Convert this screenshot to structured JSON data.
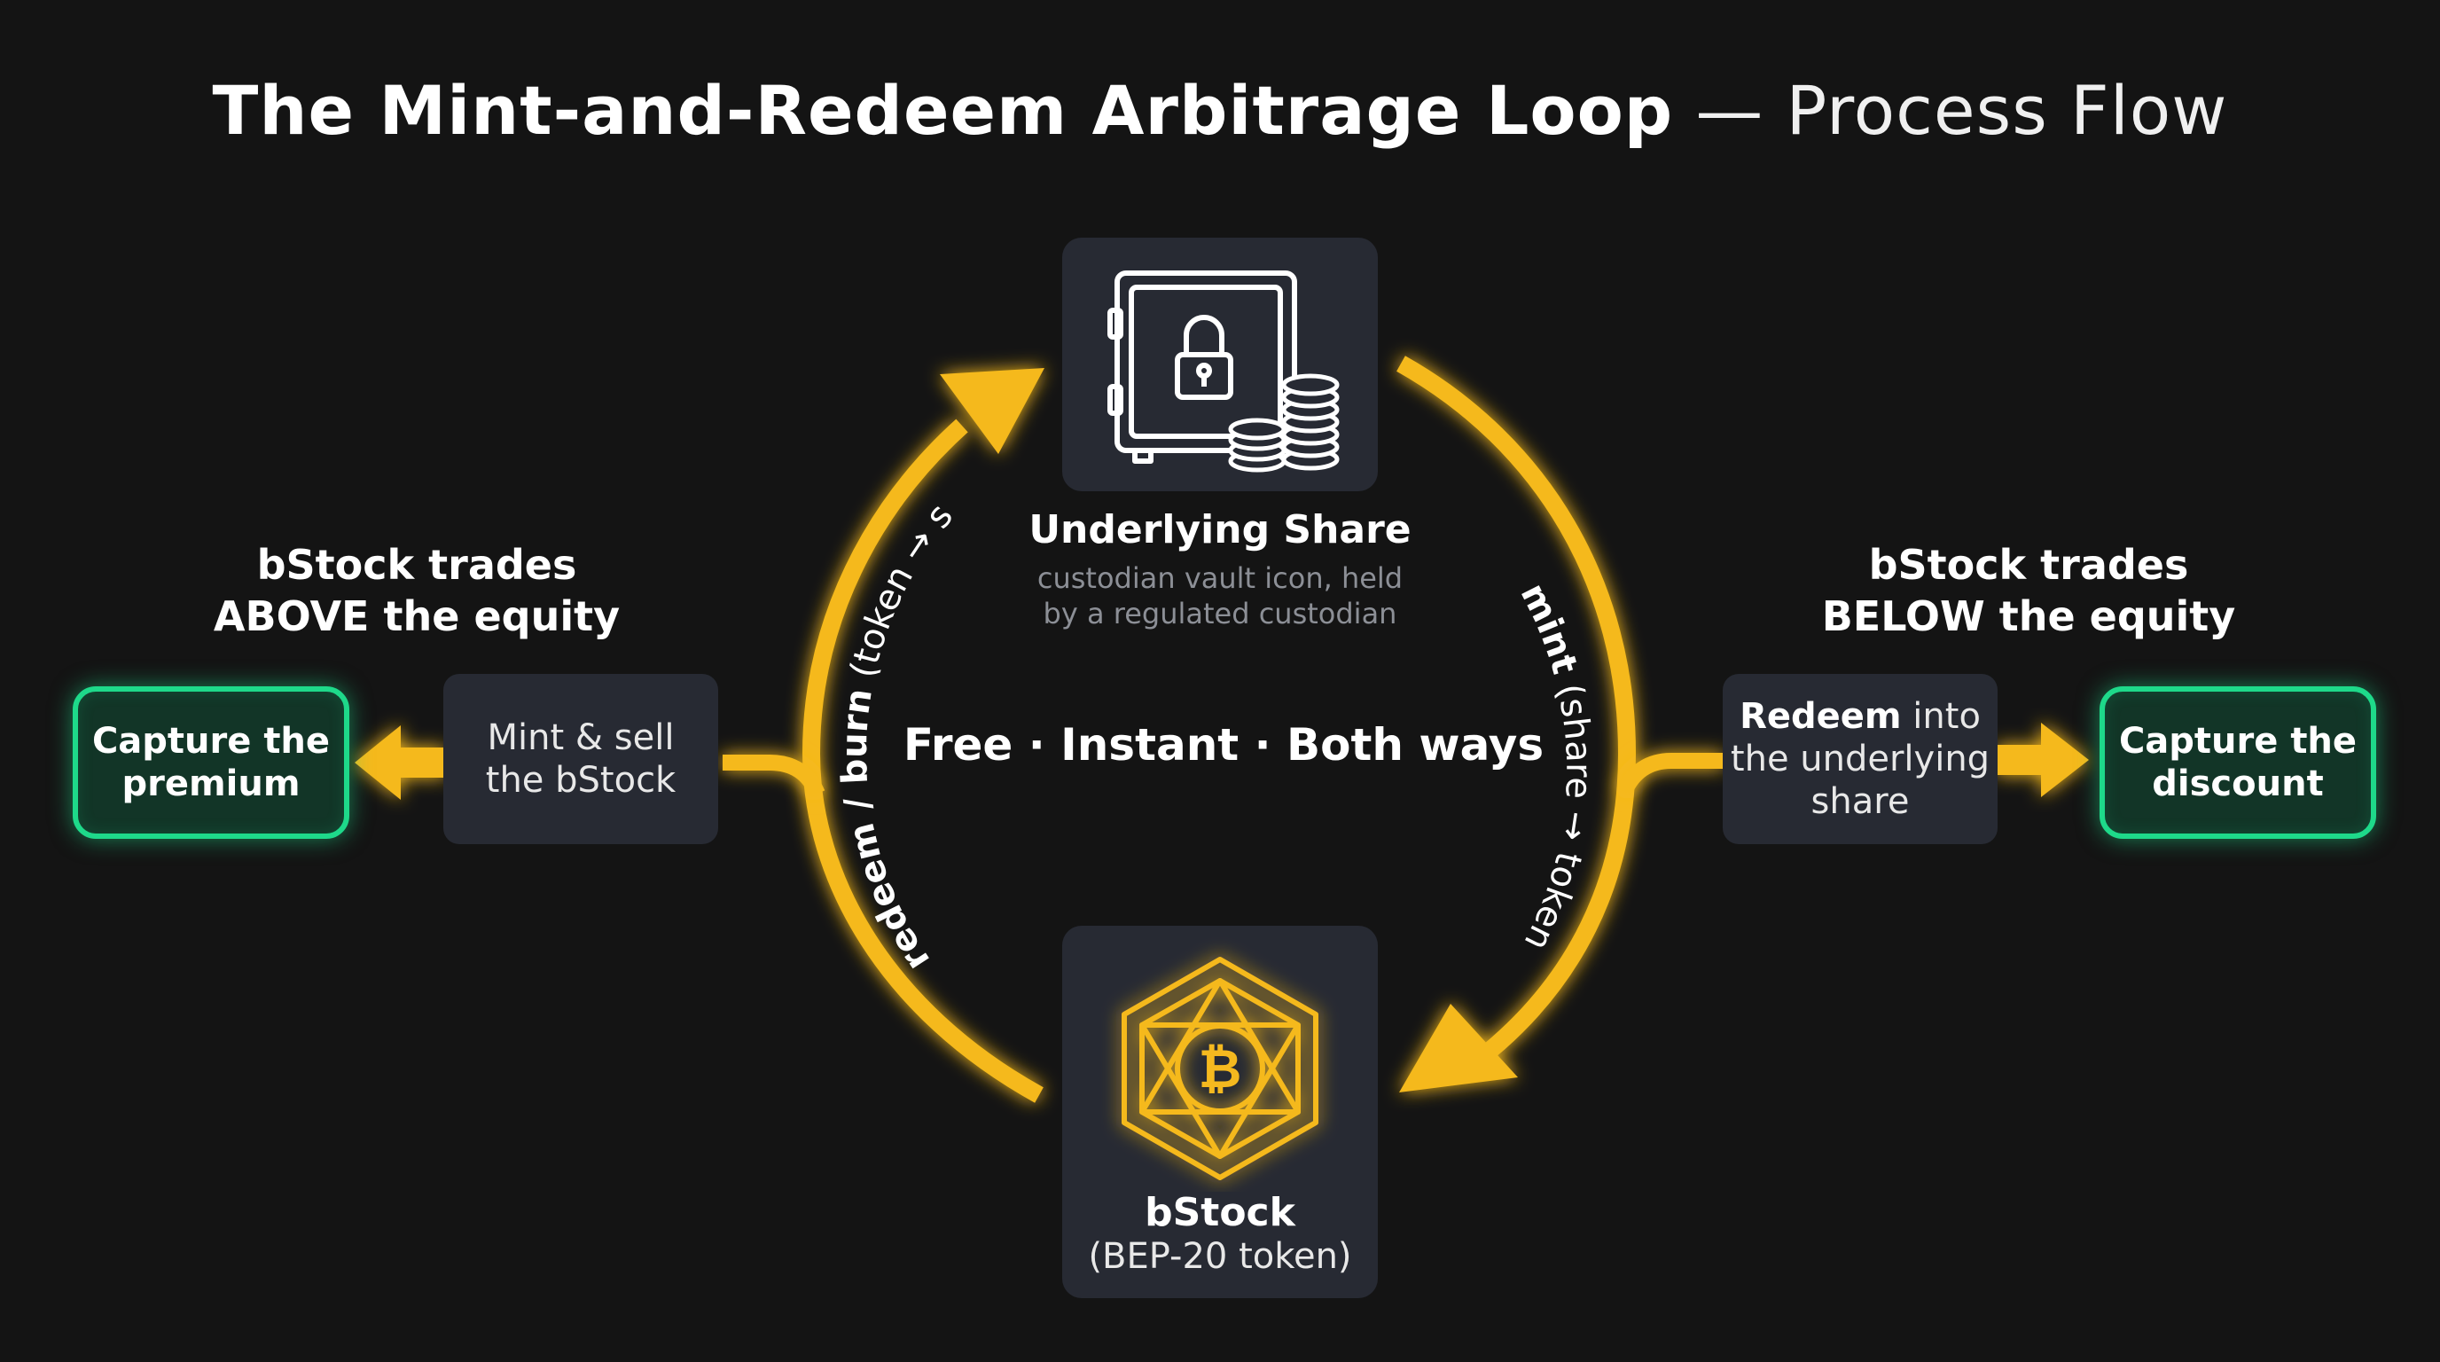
{
  "title": {
    "bold": "The Mint-and-Redeem Arbitrage Loop",
    "light": " — Process Flow"
  },
  "top_node": {
    "icon": "vault-icon",
    "label": "Underlying Share",
    "sub1": "custodian vault icon, held",
    "sub2": "by a regulated custodian"
  },
  "bottom_node": {
    "icon": "bitcoin-token-icon",
    "label": "bStock",
    "sub": "(BEP-20 token)"
  },
  "center_label": "Free · Instant · Both ways",
  "arc_left": {
    "bold": "redeem / burn",
    "normal": " (token → share)"
  },
  "arc_right": {
    "bold": "mint",
    "normal": " (share → token)"
  },
  "left_side": {
    "condition_line1": "bStock trades",
    "condition_line2": "ABOVE the equity",
    "action_line1": "Mint & sell",
    "action_line2": "the bStock",
    "outcome_line1": "Capture the",
    "outcome_line2": "premium"
  },
  "right_side": {
    "condition_line1": "bStock trades",
    "condition_line2": "BELOW the equity",
    "action_bold": "Redeem",
    "action_line1_rest": " into",
    "action_line2": "the underlying",
    "action_line3": "share",
    "outcome_line1": "Capture the",
    "outcome_line2": "discount"
  },
  "colors": {
    "background": "#141414",
    "card": "#272a33",
    "arrow": "#f5b91f",
    "outcome_border": "#1ed98a",
    "outcome_fill": "#123527",
    "subtle_text": "#8c8f96"
  }
}
